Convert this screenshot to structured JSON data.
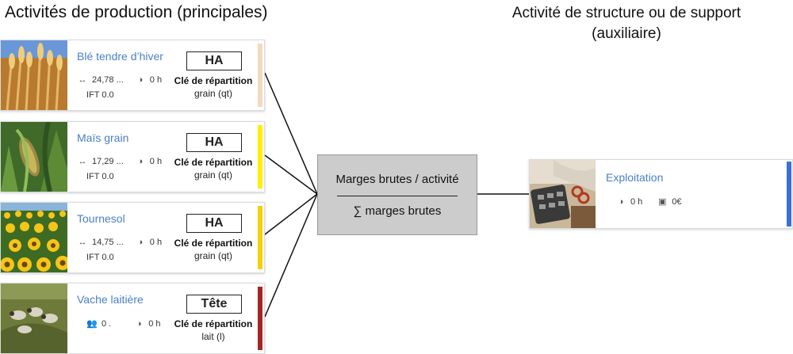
{
  "headings": {
    "production": "Activités de production (principales)",
    "support_line1": "Activité de structure ou de support",
    "support_line2": "(auxiliaire)"
  },
  "production_cards": [
    {
      "name": "Blé tendre d’hiver",
      "area": "24,78 ...",
      "hours": "0 h",
      "ift": "IFT 0.0",
      "unit": "HA",
      "cle_label": "Clé de répartition",
      "cle_value": "grain (qt)",
      "bar_color": "#f4d9bd",
      "area_icon": "arrows-icon"
    },
    {
      "name": "Maïs grain",
      "area": "17,29 ...",
      "hours": "0 h",
      "ift": "IFT 0.0",
      "unit": "HA",
      "cle_label": "Clé de répartition",
      "cle_value": "grain (qt)",
      "bar_color": "#ffee00",
      "area_icon": "arrows-icon"
    },
    {
      "name": "Tournesol",
      "area": "14,75 ...",
      "hours": "0 h",
      "ift": "IFT 0.0",
      "unit": "HA",
      "cle_label": "Clé de répartition",
      "cle_value": "grain (qt)",
      "bar_color": "#f5cf00",
      "area_icon": "arrows-icon"
    },
    {
      "name": "Vache laitière",
      "area": "0 .",
      "hours": "0 h",
      "ift": "",
      "unit": "Tête",
      "cle_label": "Clé de répartition",
      "cle_value": "lait (l)",
      "bar_color": "#a82424",
      "area_icon": "people-icon"
    }
  ],
  "center_box": {
    "numerator": "Marges brutes / activité",
    "denominator": "∑ marges brutes"
  },
  "aux_card": {
    "name": "Exploitation",
    "hours": "0 h",
    "amount": "0€",
    "bar_color": "#3b6fd8"
  }
}
